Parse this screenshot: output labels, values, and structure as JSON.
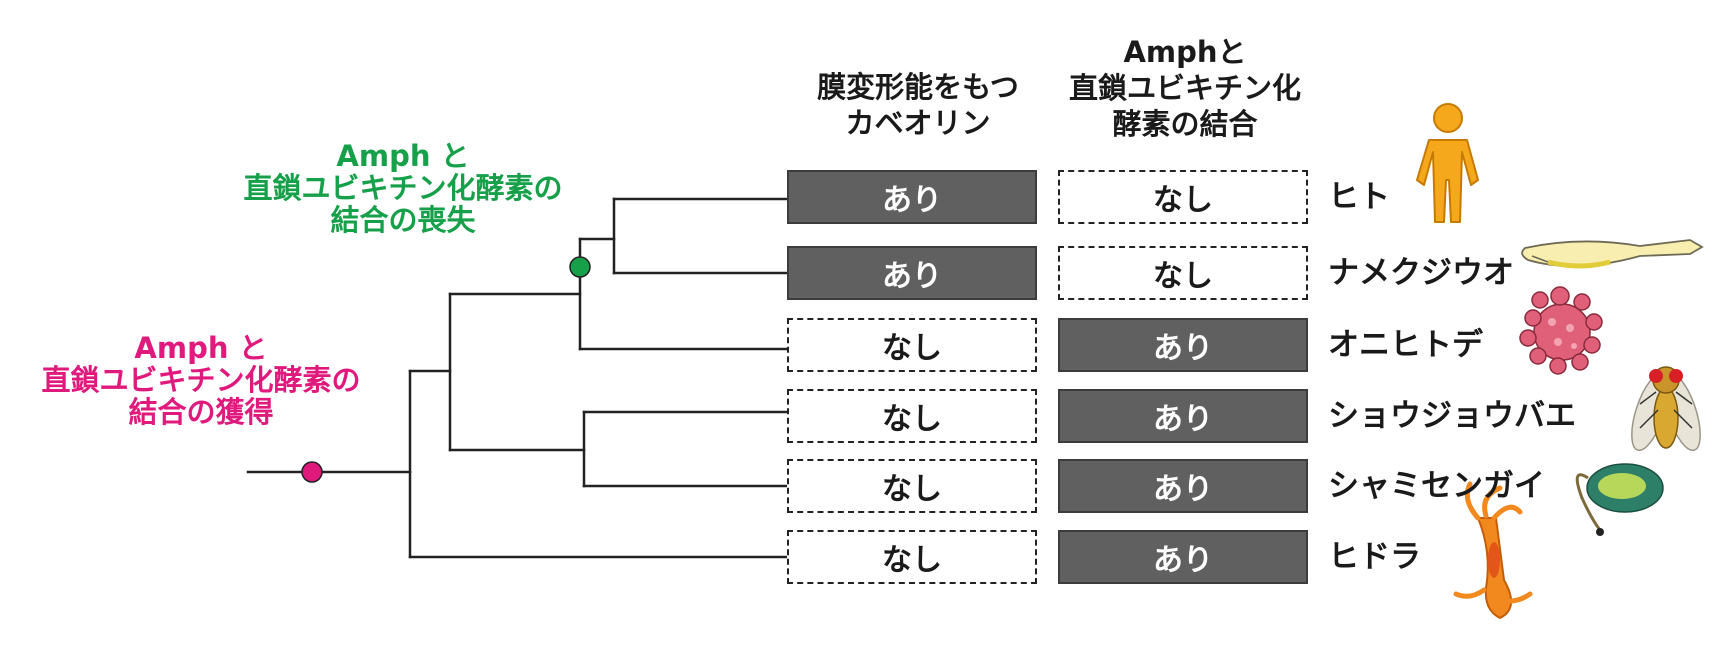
{
  "headers": {
    "caveolin_lines": [
      "膜変形能をもつ",
      "カベオリン"
    ],
    "binding_lines": [
      "Amphと",
      "直鎖ユビキチン化",
      "酵素の結合"
    ]
  },
  "events": {
    "loss": {
      "lines": [
        "Amph と",
        "直鎖ユビキチン化酵素の",
        "結合の喪失"
      ],
      "color": "#17a04a"
    },
    "gain": {
      "lines": [
        "Amph と",
        "直鎖ユビキチン化酵素の",
        "結合の獲得"
      ],
      "color": "#e0197d"
    }
  },
  "colors": {
    "present_fill": "#606060",
    "absent_fill": "#ffffff",
    "tree_line": "#222222"
  },
  "rows": [
    {
      "species": "ヒト",
      "caveolin": "あり",
      "binding": "なし",
      "icon": "human-icon"
    },
    {
      "species": "ナメクジウオ",
      "caveolin": "あり",
      "binding": "なし",
      "icon": "lancelet-icon"
    },
    {
      "species": "オニヒトデ",
      "caveolin": "なし",
      "binding": "あり",
      "icon": "starfish-icon"
    },
    {
      "species": "ショウジョウバエ",
      "caveolin": "なし",
      "binding": "あり",
      "icon": "fruit-fly-icon"
    },
    {
      "species": "シャミセンガイ",
      "caveolin": "なし",
      "binding": "あり",
      "icon": "lingula-icon"
    },
    {
      "species": "ヒドラ",
      "caveolin": "なし",
      "binding": "あり",
      "icon": "hydra-icon"
    }
  ]
}
